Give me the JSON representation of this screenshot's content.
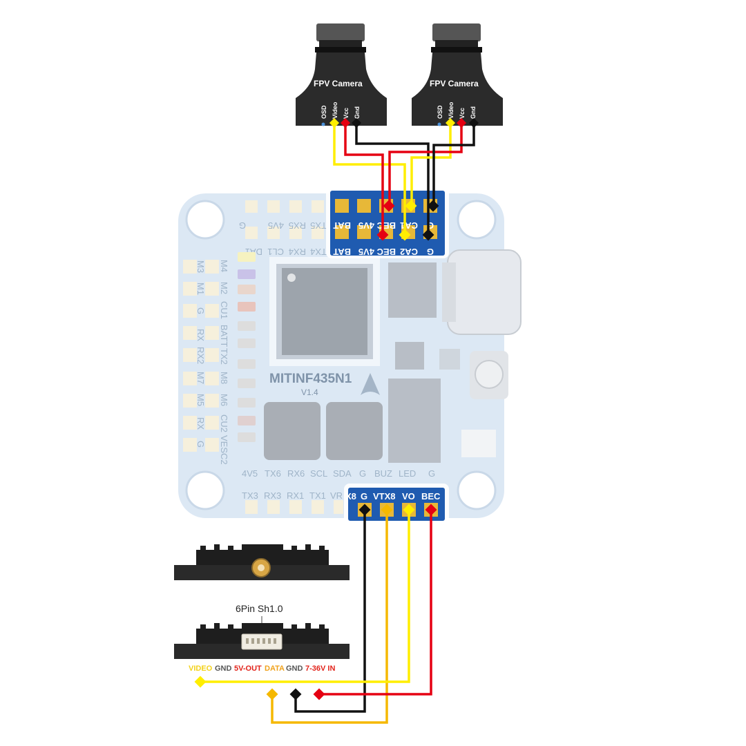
{
  "board": {
    "name": "MITINF435N1",
    "version": "V1.4",
    "top_row_1": [
      "G",
      "4V5",
      "RX5",
      "TX5"
    ],
    "top_row_2": [
      "DA1",
      "CL1",
      "RX4",
      "TX4"
    ],
    "left_col_1": [
      "M3",
      "M1",
      "G",
      "RX",
      "RX2",
      "M7",
      "M5",
      "RX",
      "G"
    ],
    "left_col_2": [
      "M4",
      "M2",
      "CU1",
      "BATT",
      "TX2",
      "M8",
      "M6",
      "CU2",
      "VESC2"
    ],
    "bottom_row_1": [
      "4V5",
      "TX6",
      "RX6",
      "SCL",
      "SDA",
      "G",
      "BUZ",
      "LED",
      "G"
    ],
    "bottom_row_2": [
      "TX3",
      "RX3",
      "RX1",
      "TX1",
      "VR"
    ],
    "cam_header_row_1": [
      "BAT",
      "4V5",
      "BEC",
      "CA1",
      "G"
    ],
    "cam_header_row_2": [
      "BAT",
      "4V5",
      "BEC",
      "CA2",
      "G"
    ],
    "vtx_header": [
      "X8",
      "G",
      "VTX8",
      "VO",
      "BEC"
    ]
  },
  "cameras": [
    {
      "title": "FPV Camera",
      "pins": [
        "OSD",
        "Video",
        "Vcc",
        "Gnd"
      ]
    },
    {
      "title": "FPV Camera",
      "pins": [
        "OSD",
        "Video",
        "Vcc",
        "Gnd"
      ]
    }
  ],
  "vtx": {
    "connector_label": "6Pin Sh1.0",
    "pins": [
      {
        "label": "VIDEO",
        "color": "#f3d21a"
      },
      {
        "label": "GND",
        "color": "#555555"
      },
      {
        "label": "5V-OUT",
        "color": "#e2231a"
      },
      {
        "label": "DATA",
        "color": "#f0a21c"
      },
      {
        "label": "GND",
        "color": "#555555"
      },
      {
        "label": "7-36V IN",
        "color": "#e2231a"
      }
    ]
  },
  "colors": {
    "video": "#ffee00",
    "vcc": "#e50012",
    "gnd": "#111111",
    "data": "#f5b800",
    "board": "#dce8f4",
    "header": "#1f5bb0"
  }
}
